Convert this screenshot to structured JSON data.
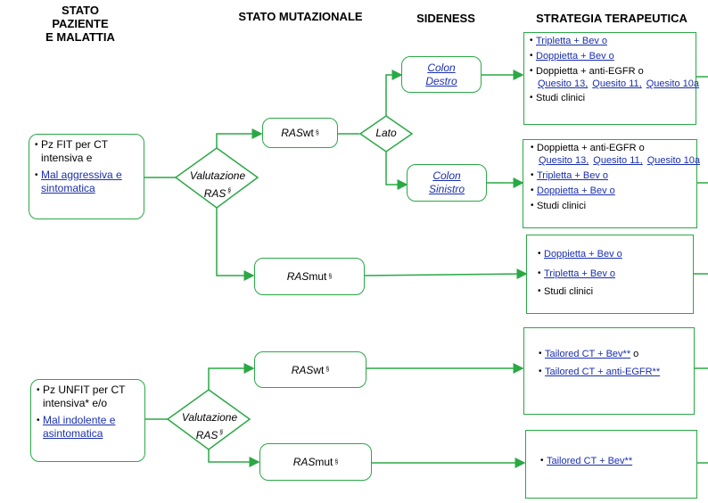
{
  "headers": {
    "stato": "STATO\nPAZIENTE\nE MALATTIA",
    "mutazionale": "STATO MUTAZIONALE",
    "sideness": "SIDENESS",
    "strategia": "STRATEGIA TERAPEUTICA"
  },
  "patients": {
    "fit": {
      "line1": "Pz FIT per CT intensiva e",
      "line2": "Mal aggressiva e sintomatica"
    },
    "unfit": {
      "line1": "Pz UNFIT per CT intensiva* e/o",
      "line2": "Mal indolente e asintomatica"
    }
  },
  "decisions": {
    "val1": {
      "line1": "Valutazione",
      "line2": "RAS",
      "sup": "§"
    },
    "val2": {
      "line1": "Valutazione",
      "line2": "RAS",
      "sup": "§"
    },
    "lato": "Lato"
  },
  "nodes": {
    "ras_wt_1": {
      "italic": "RAS",
      "rest": " wt",
      "sup": "§"
    },
    "ras_mut_1": {
      "italic": "RAS",
      "rest": " mut",
      "sup": "§"
    },
    "ras_wt_2": {
      "italic": "RAS",
      "rest": " wt",
      "sup": "§"
    },
    "ras_mut_2": {
      "italic": "RAS",
      "rest": " mut",
      "sup": "§"
    },
    "colon_destro": {
      "line1": "Colon",
      "line2": "Destro"
    },
    "colon_sinistro": {
      "line1": "Colon",
      "line2": "Sinistro"
    }
  },
  "therapy": {
    "destro": {
      "tripletta": "Tripletta + Bev o",
      "doppietta": "Doppietta + Bev o",
      "anti_egfr": "Doppietta + anti-EGFR o",
      "quesiti": [
        "Quesito 13,",
        "Quesito 11,",
        "Quesito 10a"
      ],
      "studi": "Studi clinici"
    },
    "sinistro": {
      "anti_egfr": "Doppietta + anti-EGFR o",
      "quesiti": [
        "Quesito 13,",
        "Quesito 11,",
        "Quesito 10a"
      ],
      "tripletta": "Tripletta + Bev o",
      "doppietta": " Doppietta + Bev o",
      "studi": "Studi clinici"
    },
    "mut1": {
      "doppietta": "Doppietta + Bev o",
      "tripletta": "Tripletta +  Bev o",
      "studi": "Studi clinici"
    },
    "wt2": {
      "tailored_bev": "Tailored CT  +  Bev**",
      "tailored_bev_suffix": " o",
      "tailored_egfr": "Tailored CT + anti-EGFR**"
    },
    "mut2": {
      "tailored_bev": "Tailored CT  +  Bev**"
    }
  },
  "colors": {
    "line": "#2aa845",
    "link": "#1a2fb0"
  }
}
